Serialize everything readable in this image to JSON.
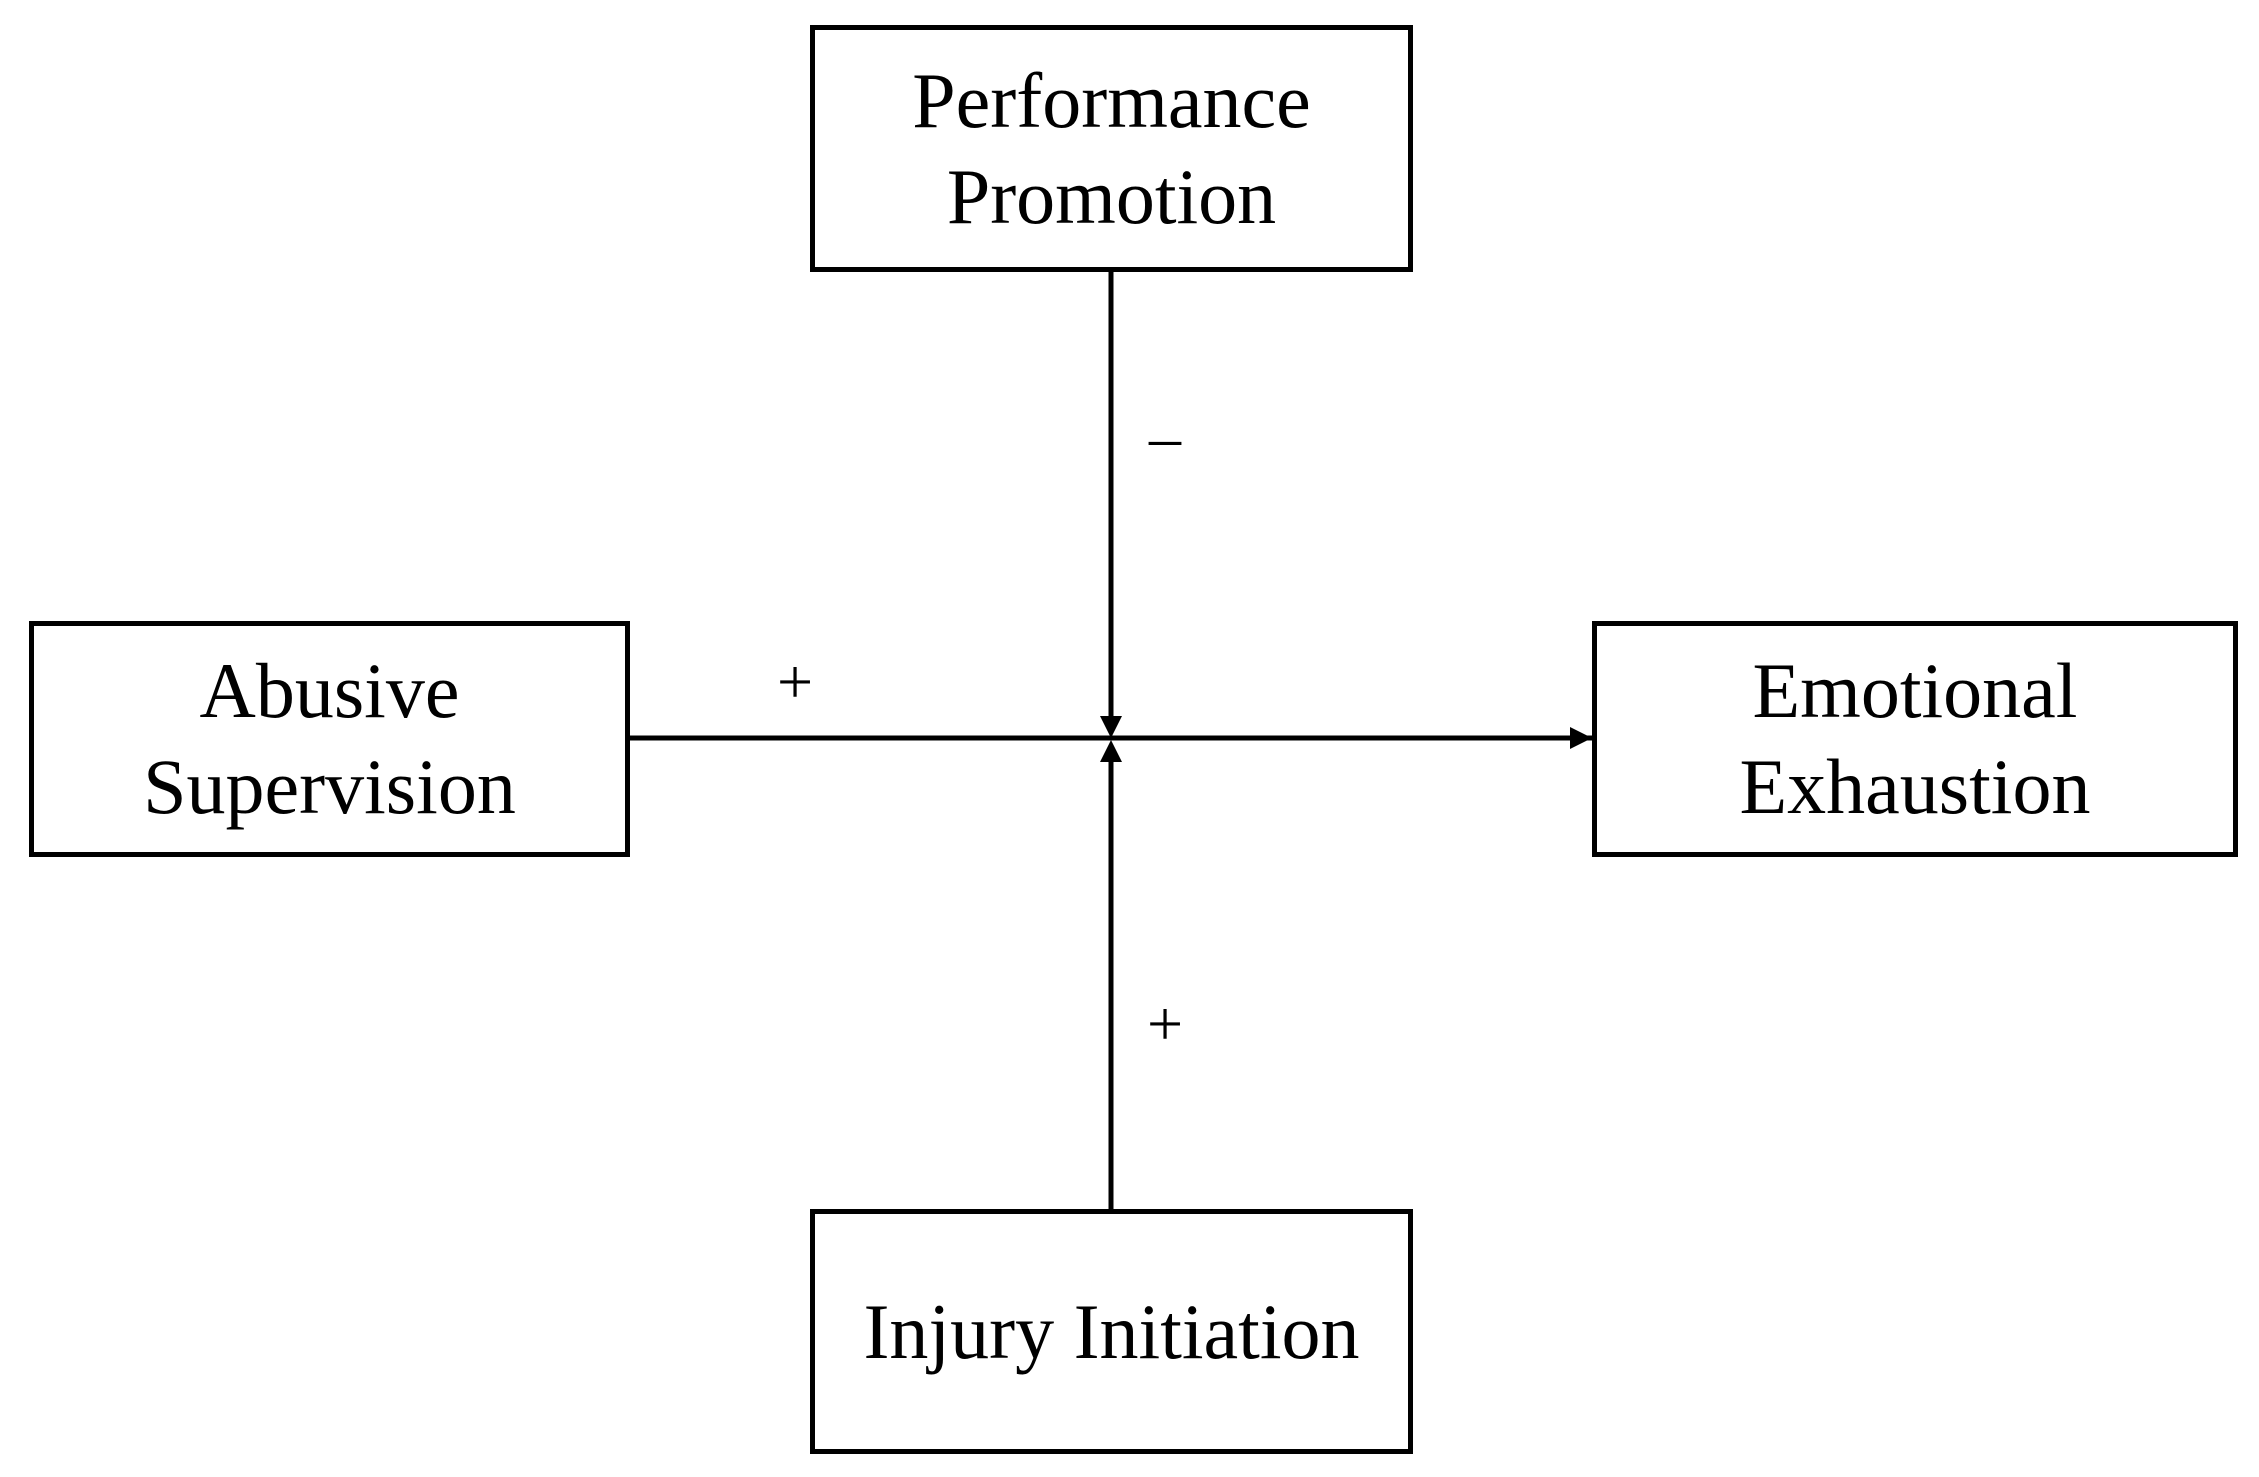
{
  "nodes": {
    "top": {
      "line1": "Performance",
      "line2": "Promotion"
    },
    "left": {
      "line1": "Abusive",
      "line2": "Supervision"
    },
    "right": {
      "line1": "Emotional",
      "line2": "Exhaustion"
    },
    "bottom": {
      "line1": "Injury Initiation"
    }
  },
  "signs": {
    "left_path": "+",
    "top_path": "–",
    "bottom_path": "+"
  },
  "colors": {
    "stroke": "#000000",
    "background": "#ffffff"
  }
}
